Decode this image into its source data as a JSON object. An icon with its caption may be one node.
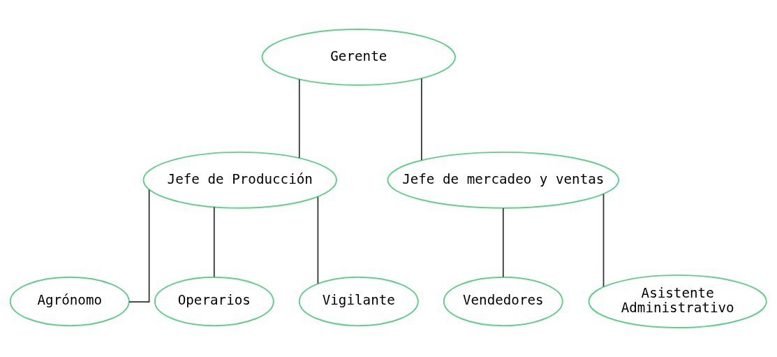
{
  "diagram": {
    "nodes": [
      {
        "text": [
          "Gerente"
        ]
      },
      {
        "text": [
          "Jefe de Producción"
        ]
      },
      {
        "text": [
          "Jefe de mercadeo y ventas"
        ]
      },
      {
        "text": [
          "Agrónomo"
        ]
      },
      {
        "text": [
          "Operarios"
        ]
      },
      {
        "text": [
          "Vigilante"
        ]
      },
      {
        "text": [
          "Vendedores"
        ]
      },
      {
        "text": [
          "Asistente Administrativo"
        ]
      }
    ],
    "edges": [
      {
        "from": 0,
        "to": 1,
        "arrow": "none"
      },
      {
        "from": 0,
        "to": 2,
        "arrow": "none"
      },
      {
        "from": 1,
        "to": 3,
        "arrow": "none"
      },
      {
        "from": 1,
        "to": 4,
        "arrow": "none"
      },
      {
        "from": 1,
        "to": 5,
        "arrow": "none"
      },
      {
        "from": 2,
        "to": 6,
        "arrow": "none"
      },
      {
        "from": 2,
        "to": 7,
        "arrow": "none"
      }
    ]
  }
}
